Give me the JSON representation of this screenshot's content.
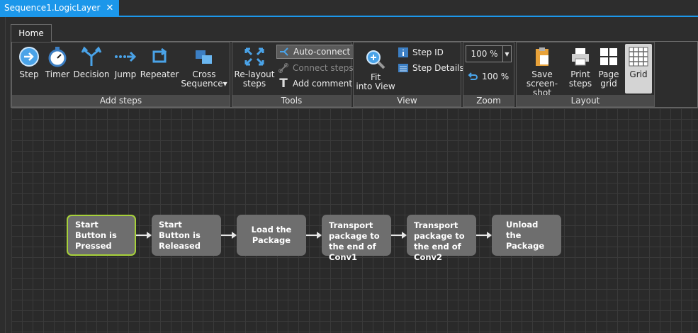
{
  "document_tab": {
    "title": "Sequence1.LogicLayer",
    "close": "✕"
  },
  "ribbon": {
    "tab": "Home",
    "groups": {
      "add_steps": {
        "title": "Add steps",
        "buttons": [
          "Step",
          "Timer",
          "Decision",
          "Jump",
          "Repeater"
        ],
        "cross_line1": "Cross",
        "cross_line2": "Sequence▾"
      },
      "tools": {
        "title": "Tools",
        "relayout_line1": "Re-layout",
        "relayout_line2": "steps",
        "auto_connect": "Auto-connect",
        "connect_steps": "Connect steps",
        "add_comment": "Add comment"
      },
      "view": {
        "title": "View",
        "fit_line1": "Fit",
        "fit_line2": "into View",
        "step_id": "Step ID",
        "step_details": "Step Details"
      },
      "zoom": {
        "title": "Zoom",
        "value": "100 %",
        "reset_label": "100 %"
      },
      "layout": {
        "title": "Layout",
        "save_line1": "Save",
        "save_line2": "screen-shot",
        "print_line1": "Print",
        "print_line2": "steps",
        "page_line1": "Page",
        "page_line2": "grid",
        "grid": "Grid"
      }
    }
  },
  "steps": [
    {
      "label": "Start Button is Pressed",
      "selected": true
    },
    {
      "label": "Start Button is Released",
      "selected": false
    },
    {
      "label": "Load the Package",
      "selected": false
    },
    {
      "label": "Transport package to the end of Conv1",
      "selected": false
    },
    {
      "label": "Transport package to the end of Conv2",
      "selected": false
    },
    {
      "label": "Unload the Package",
      "selected": false
    }
  ],
  "colors": {
    "accent": "#1c97ea",
    "selected_step": "#a7d13a",
    "step_fill": "#6e6e6e"
  }
}
